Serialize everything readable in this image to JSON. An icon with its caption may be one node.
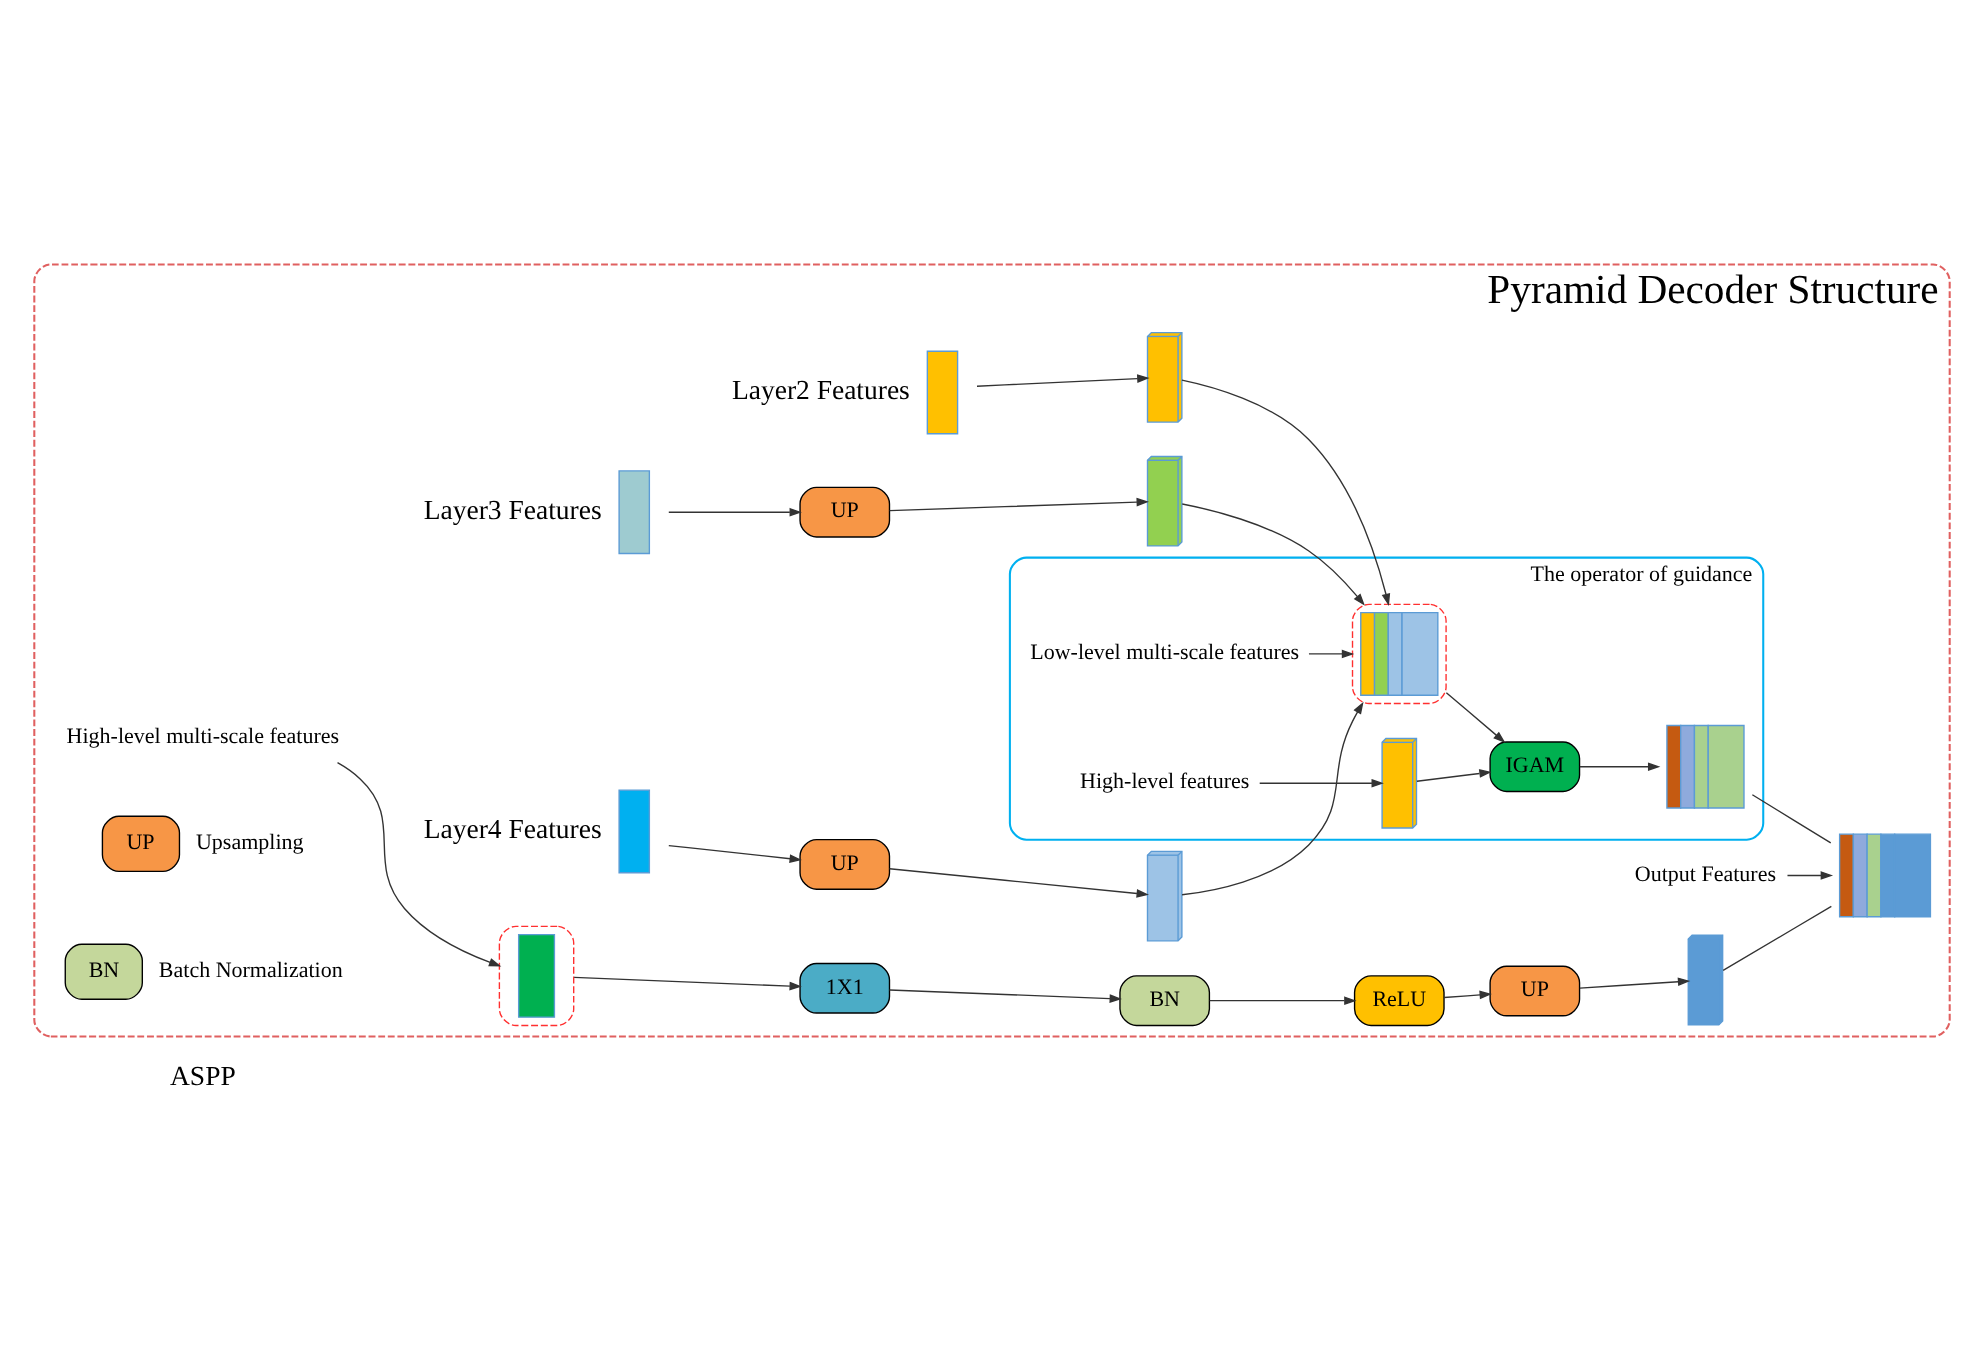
{
  "diagram": {
    "nodes": [
      {
        "text": [
          "Pyramid Decoder Structure"
        ]
      },
      {
        "text": [],
        "shape": "box",
        "beside": [
          "Layer2 Features"
        ],
        "in": 0
      },
      {
        "text": [],
        "shape": "box",
        "in": 0
      },
      {
        "text": [],
        "shape": "box",
        "beside": [
          "Layer3 Features"
        ],
        "in": 0
      },
      {
        "text": [
          "UP"
        ],
        "in": 0
      },
      {
        "text": [],
        "shape": "box",
        "in": 0
      },
      {
        "text": [],
        "shape": "box",
        "beside": [
          "Layer4 Features"
        ],
        "in": 0
      },
      {
        "text": [
          "UP"
        ],
        "in": 0
      },
      {
        "text": [],
        "shape": "box",
        "in": 0
      },
      {
        "text": [
          "The operator of guidance"
        ],
        "in": 0
      },
      {
        "text": [],
        "shape": "box",
        "in": 9
      },
      {
        "text": [
          "Low-level multi-scale features"
        ],
        "in": 9
      },
      {
        "text": [
          "IGAM"
        ],
        "in": 9
      },
      {
        "text": [],
        "shape": "box",
        "in": 9
      },
      {
        "text": [],
        "shape": "box",
        "in": 9
      },
      {
        "text": [
          "High-level features"
        ],
        "in": 9
      },
      {
        "text": [],
        "shape": "box",
        "in": 0
      },
      {
        "text": [
          "Output Features"
        ],
        "in": 0
      },
      {
        "text": [],
        "shape": "box",
        "in": 0
      },
      {
        "text": [
          "High-level multi-scale features"
        ],
        "in": 0
      },
      {
        "text": [
          "1X1"
        ],
        "in": 0
      },
      {
        "text": [
          "BN"
        ],
        "in": 0
      },
      {
        "text": [
          "ReLU"
        ],
        "in": 0
      },
      {
        "text": [
          "UP"
        ],
        "in": 0
      },
      {
        "text": [],
        "shape": "box",
        "in": 0
      },
      {
        "text": [
          "UP"
        ],
        "beside": [
          "Upsampling"
        ],
        "in": 0
      },
      {
        "text": [
          "BN"
        ],
        "beside": [
          "Batch Normalization"
        ],
        "in": 0
      }
    ],
    "edges": [
      {
        "from": 1,
        "to": 2,
        "arrow": "to"
      },
      {
        "from": 3,
        "to": 4,
        "arrow": "to"
      },
      {
        "from": 4,
        "to": 5,
        "arrow": "to"
      },
      {
        "from": 6,
        "to": 7,
        "arrow": "to"
      },
      {
        "from": 7,
        "to": 8,
        "arrow": "to"
      },
      {
        "from": 2,
        "to": 10,
        "arrow": "to"
      },
      {
        "from": 5,
        "to": 10,
        "arrow": "to"
      },
      {
        "from": 8,
        "to": 10,
        "arrow": "to"
      },
      {
        "from": 11,
        "to": 10,
        "arrow": "to"
      },
      {
        "from": 10,
        "to": 12,
        "arrow": "to"
      },
      {
        "from": 14,
        "to": 12,
        "arrow": "to"
      },
      {
        "from": 15,
        "to": 14,
        "arrow": "to"
      },
      {
        "from": 12,
        "to": 13,
        "arrow": "to"
      },
      {
        "from": 13,
        "to": 16,
        "arrow": "none"
      },
      {
        "from": 24,
        "to": 16,
        "arrow": "none"
      },
      {
        "from": 17,
        "to": 16,
        "arrow": "to"
      },
      {
        "from": 19,
        "to": 18,
        "arrow": "to"
      },
      {
        "from": 18,
        "to": 20,
        "arrow": "to"
      },
      {
        "from": 20,
        "to": 21,
        "arrow": "to"
      },
      {
        "from": 21,
        "to": 22,
        "arrow": "to"
      },
      {
        "from": 22,
        "to": 23,
        "arrow": "to"
      },
      {
        "from": 23,
        "to": 24,
        "arrow": "to"
      }
    ],
    "labels": [
      "ASPP"
    ]
  }
}
